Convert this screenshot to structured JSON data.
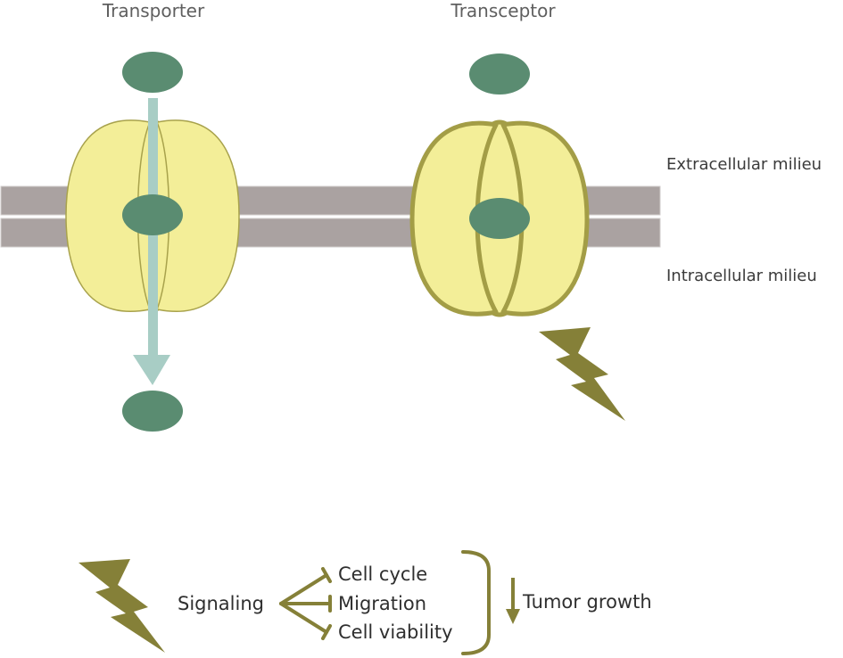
{
  "labels": {
    "transporter": "Transporter",
    "transceptor": "Transceptor",
    "extracellular": "Extracellular milieu",
    "intracellular": "Intracellular milieu"
  },
  "legend": {
    "signaling": "Signaling",
    "targets": [
      "Cell cycle",
      "Migration",
      "Cell viability"
    ],
    "outcome": "Tumor growth"
  },
  "colors": {
    "membrane": "#aaa2a1",
    "protein_fill": "#f3ee98",
    "protein_outline": "#a8a24c",
    "transceptor_outline": "#a39d46",
    "substrate": "#5a8c71",
    "flux_arrow": "#a8cdc5",
    "signal": "#858038"
  },
  "icons": {
    "signal": "lightning-bolt-icon",
    "inhibition": "t-bar-inhibition-icon",
    "decrease": "down-arrow-icon"
  }
}
